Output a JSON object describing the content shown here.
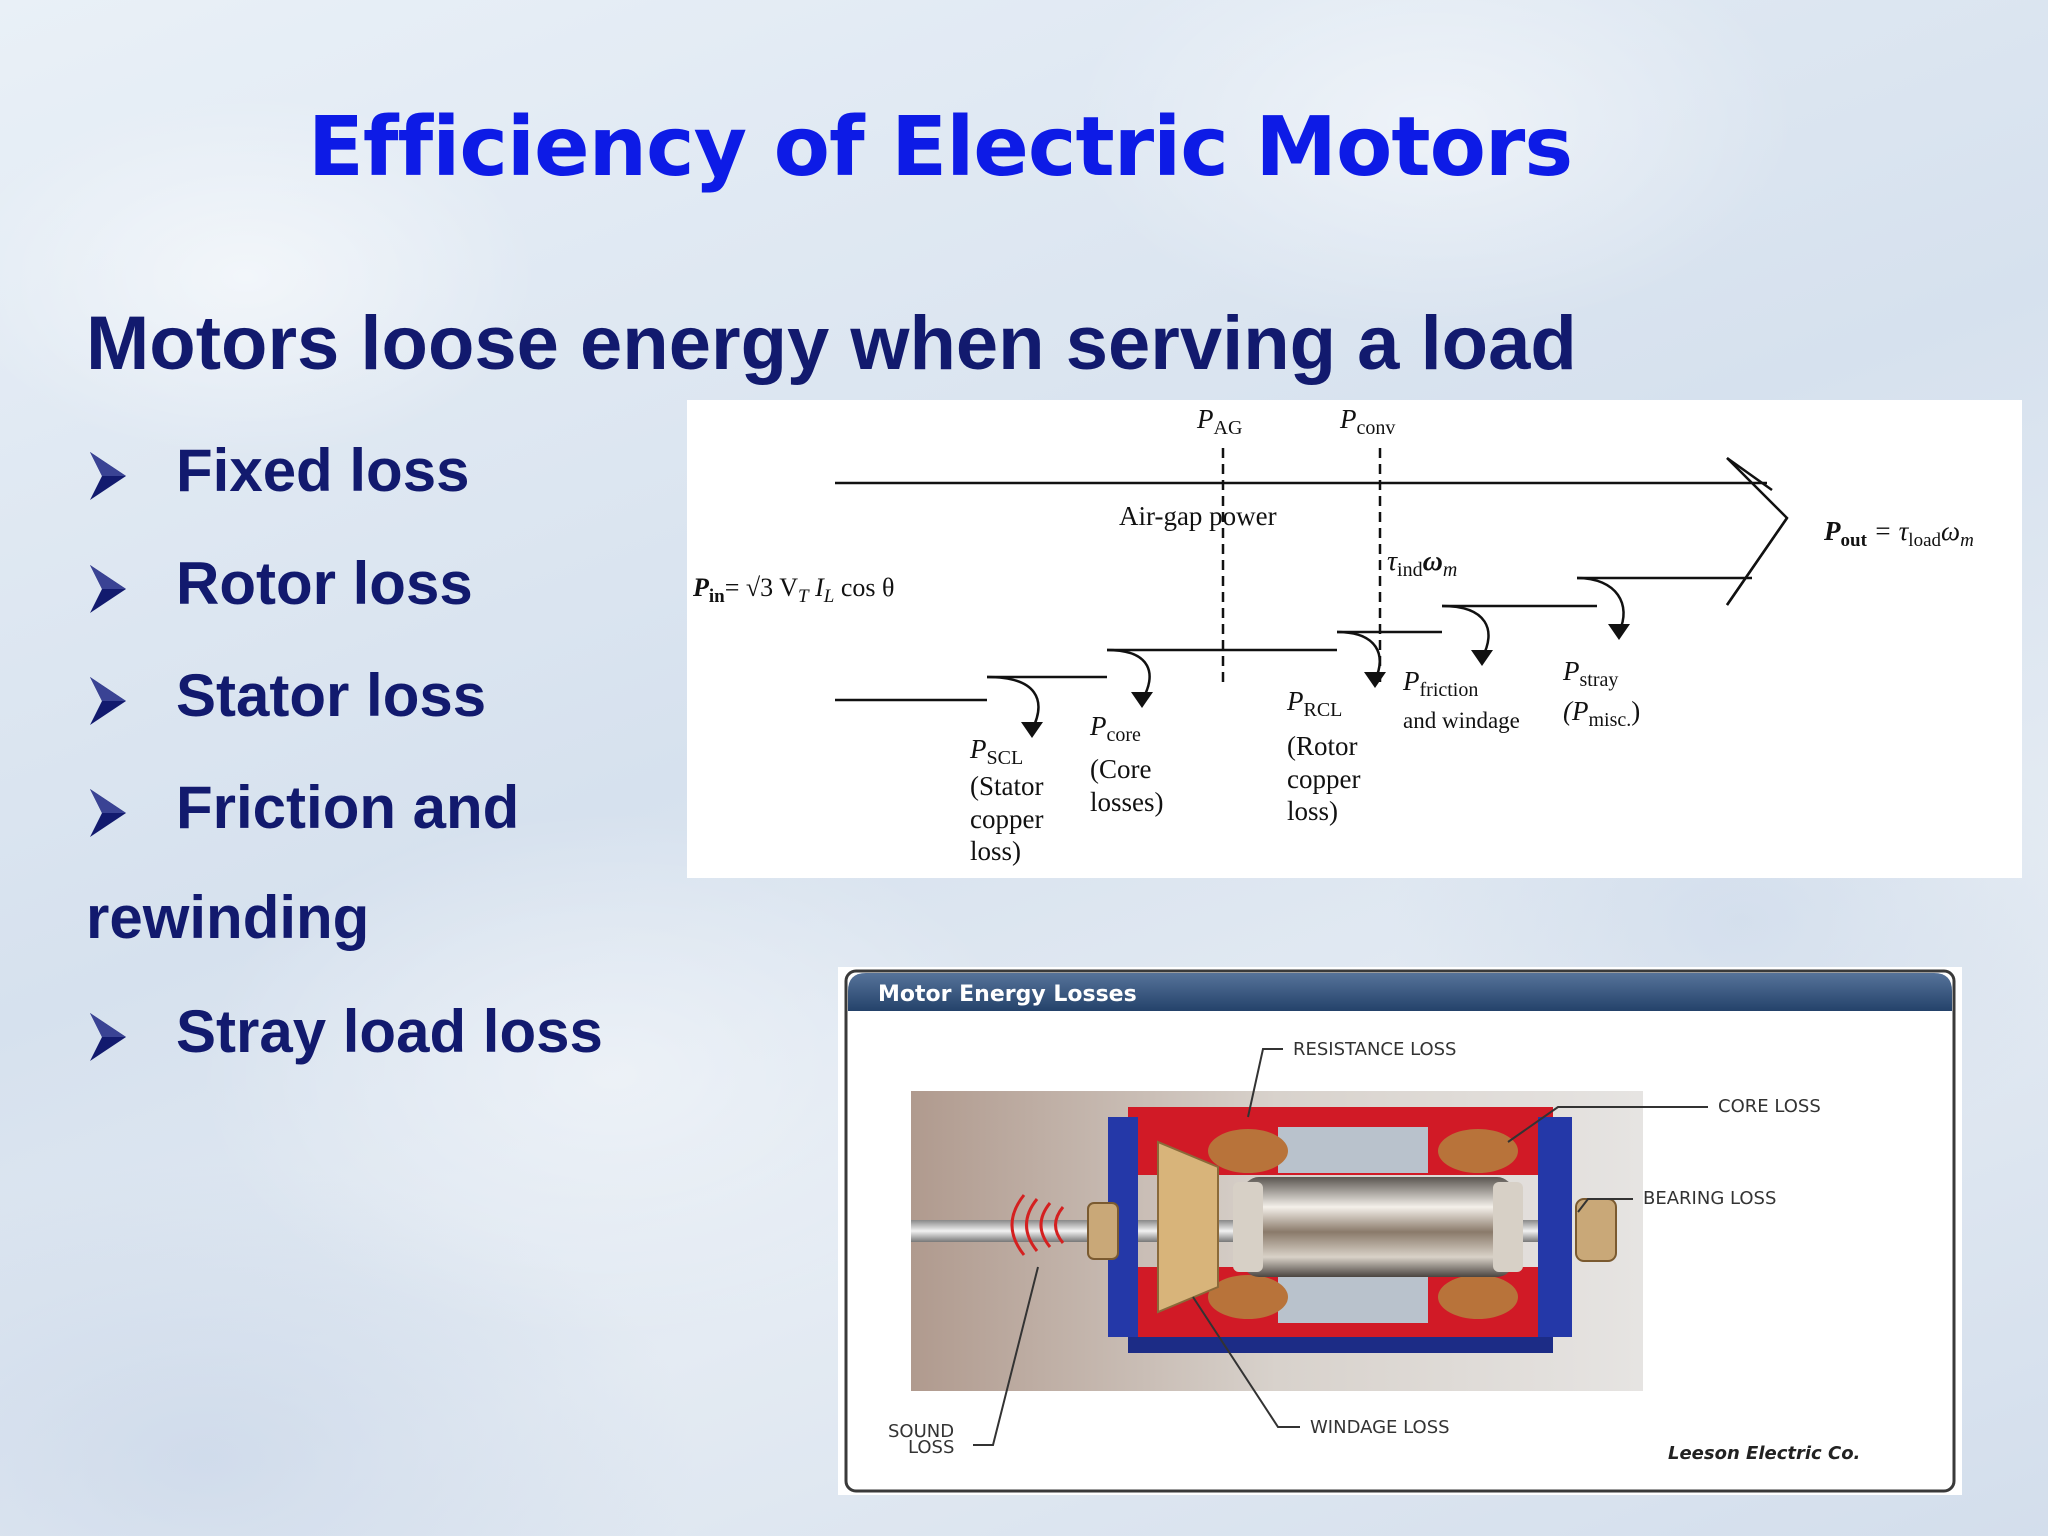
{
  "slide": {
    "title": "Efficiency of Electric Motors",
    "subtitle": "Motors loose energy when serving a load",
    "bullets": [
      {
        "label": "Fixed loss"
      },
      {
        "label": "Rotor loss"
      },
      {
        "label": "Stator loss"
      },
      {
        "label": "Friction and"
      },
      {
        "label": "Stray load loss"
      }
    ],
    "bullet_continuation": "rewinding"
  },
  "power_flow_diagram": {
    "p_ag": "P",
    "p_ag_sub": "AG",
    "p_conv": "P",
    "p_conv_sub": "conv",
    "airgap_label": "Air-gap power",
    "torque_label": "τ",
    "torque_sub": "ind",
    "torque_omega": "ω",
    "torque_omega_sub": "m",
    "pin_lhs": "P",
    "pin_sub": "in",
    "pin_eq": "= √3 V",
    "pin_vt_sub": "T",
    "pin_il": " I",
    "pin_il_sub": "L",
    "pin_cos": " cos θ",
    "pout_lhs": "P",
    "pout_sub": "out",
    "pout_eq": " = τ",
    "pout_tau_sub": "load",
    "pout_omega": "ω",
    "pout_omega_sub": "m",
    "pscl": "P",
    "pscl_sub": "SCL",
    "pscl_desc": [
      "(Stator",
      "copper",
      "loss)"
    ],
    "pcore": "P",
    "pcore_sub": "core",
    "pcore_desc": [
      "(Core",
      "losses)"
    ],
    "prcl": "P",
    "prcl_sub": "RCL",
    "prcl_desc": [
      "(Rotor",
      "copper",
      "loss)"
    ],
    "pfric": "P",
    "pfric_sub": "friction",
    "pfric_desc": "and windage",
    "pstray": "P",
    "pstray_sub": "stray",
    "pmisc_open": "(P",
    "pmisc_sub": "misc.",
    "pmisc_close": ")"
  },
  "motor_losses_figure": {
    "header": "Motor Energy Losses",
    "labels": {
      "resistance": "RESISTANCE LOSS",
      "core": "CORE LOSS",
      "bearing": "BEARING LOSS",
      "windage": "WINDAGE LOSS",
      "sound_line1": "SOUND",
      "sound_line2": "LOSS"
    },
    "credit": "Leeson Electric Co.",
    "colors": {
      "header_bar": "#2f4f78",
      "housing_red": "#d11a26",
      "end_bell_blue": "#2438a8",
      "sound_waves": "#d42020"
    }
  }
}
